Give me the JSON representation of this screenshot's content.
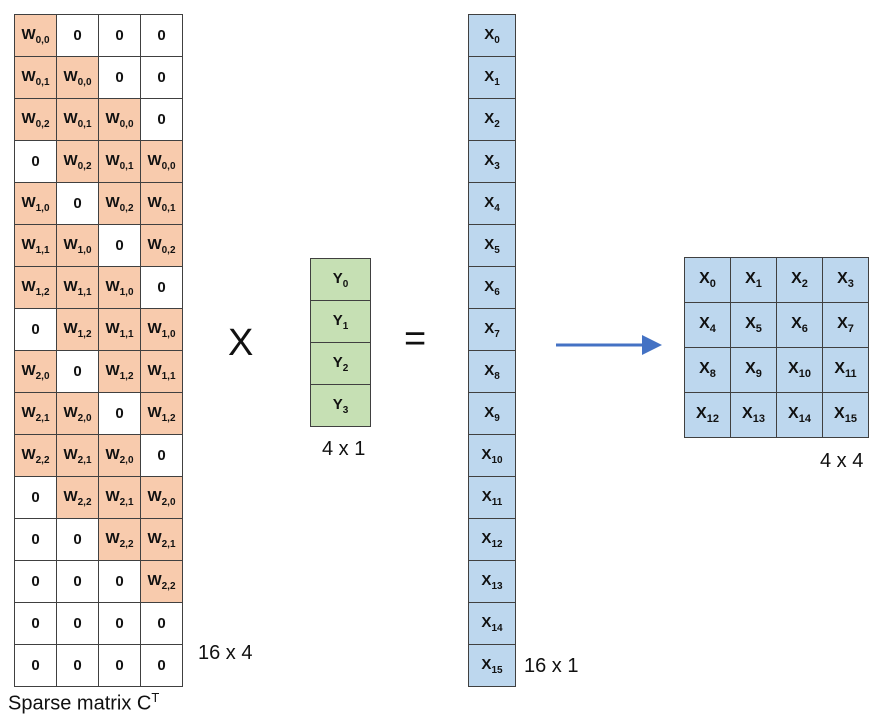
{
  "sparse_matrix": {
    "title": "Sparse matrix C",
    "title_sup": "T",
    "dims_label": "16 x 4",
    "rows": [
      [
        "W0,0",
        "0",
        "0",
        "0"
      ],
      [
        "W0,1",
        "W0,0",
        "0",
        "0"
      ],
      [
        "W0,2",
        "W0,1",
        "W0,0",
        "0"
      ],
      [
        "0",
        "W0,2",
        "W0,1",
        "W0,0"
      ],
      [
        "W1,0",
        "0",
        "W0,2",
        "W0,1"
      ],
      [
        "W1,1",
        "W1,0",
        "0",
        "W0,2"
      ],
      [
        "W1,2",
        "W1,1",
        "W1,0",
        "0"
      ],
      [
        "0",
        "W1,2",
        "W1,1",
        "W1,0"
      ],
      [
        "W2,0",
        "0",
        "W1,2",
        "W1,1"
      ],
      [
        "W2,1",
        "W2,0",
        "0",
        "W1,2"
      ],
      [
        "W2,2",
        "W2,1",
        "W2,0",
        "0"
      ],
      [
        "0",
        "W2,2",
        "W2,1",
        "W2,0"
      ],
      [
        "0",
        "0",
        "W2,2",
        "W2,1"
      ],
      [
        "0",
        "0",
        "0",
        "W2,2"
      ],
      [
        "0",
        "0",
        "0",
        "0"
      ],
      [
        "0",
        "0",
        "0",
        "0"
      ]
    ]
  },
  "operators": {
    "multiply": "X",
    "equals": "="
  },
  "y_vector": {
    "dims_label": "4 x 1",
    "cells": [
      "Y0",
      "Y1",
      "Y2",
      "Y3"
    ]
  },
  "x_vector": {
    "dims_label": "16 x 1",
    "cells": [
      "X0",
      "X1",
      "X2",
      "X3",
      "X4",
      "X5",
      "X6",
      "X7",
      "X8",
      "X9",
      "X10",
      "X11",
      "X12",
      "X13",
      "X14",
      "X15"
    ]
  },
  "result_matrix": {
    "dims_label": "4 x 4",
    "rows": [
      [
        "X0",
        "X1",
        "X2",
        "X3"
      ],
      [
        "X4",
        "X5",
        "X6",
        "X7"
      ],
      [
        "X8",
        "X9",
        "X10",
        "X11"
      ],
      [
        "X12",
        "X13",
        "X14",
        "X15"
      ]
    ]
  },
  "colors": {
    "w_cell": "#F8CBAD",
    "zero_cell": "#FFFFFF",
    "y_cell": "#C6E0B4",
    "x_cell": "#BDD7EE",
    "arrow": "#4472C4",
    "border": "#404040"
  }
}
